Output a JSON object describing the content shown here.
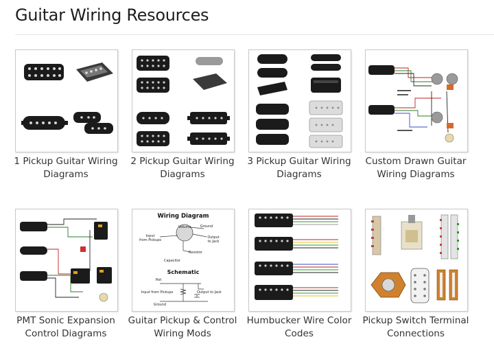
{
  "page": {
    "title": "Guitar Wiring Resources"
  },
  "cards": [
    {
      "label": "1 Pickup Guitar Wiring Diagrams"
    },
    {
      "label": "2 Pickup Guitar Wiring Diagrams"
    },
    {
      "label": "3 Pickup Guitar Wiring Diagrams"
    },
    {
      "label": "Custom Drawn Guitar Wiring Diagrams"
    },
    {
      "label": "PMT Sonic Expansion Control Diagrams"
    },
    {
      "label": "Guitar Pickup & Control Wiring Mods",
      "thumb_text": {
        "heading": "Wiring Diagram",
        "volume": "Volume",
        "ground": "Ground",
        "ground2": "Ground",
        "input": "Input",
        "from_pickups": "from Pickups",
        "output": "Output",
        "to_jack": "to Jack",
        "resistor": "Resistor",
        "capacitor": "Capacitor",
        "schematic": "Schematic",
        "hot": "Hot",
        "output_to_jack": "Output to Jack",
        "input_from_pickups": "Input from Pickups"
      }
    },
    {
      "label": "Humbucker Wire Color Codes"
    },
    {
      "label": "Pickup Switch Terminal Connections"
    }
  ]
}
